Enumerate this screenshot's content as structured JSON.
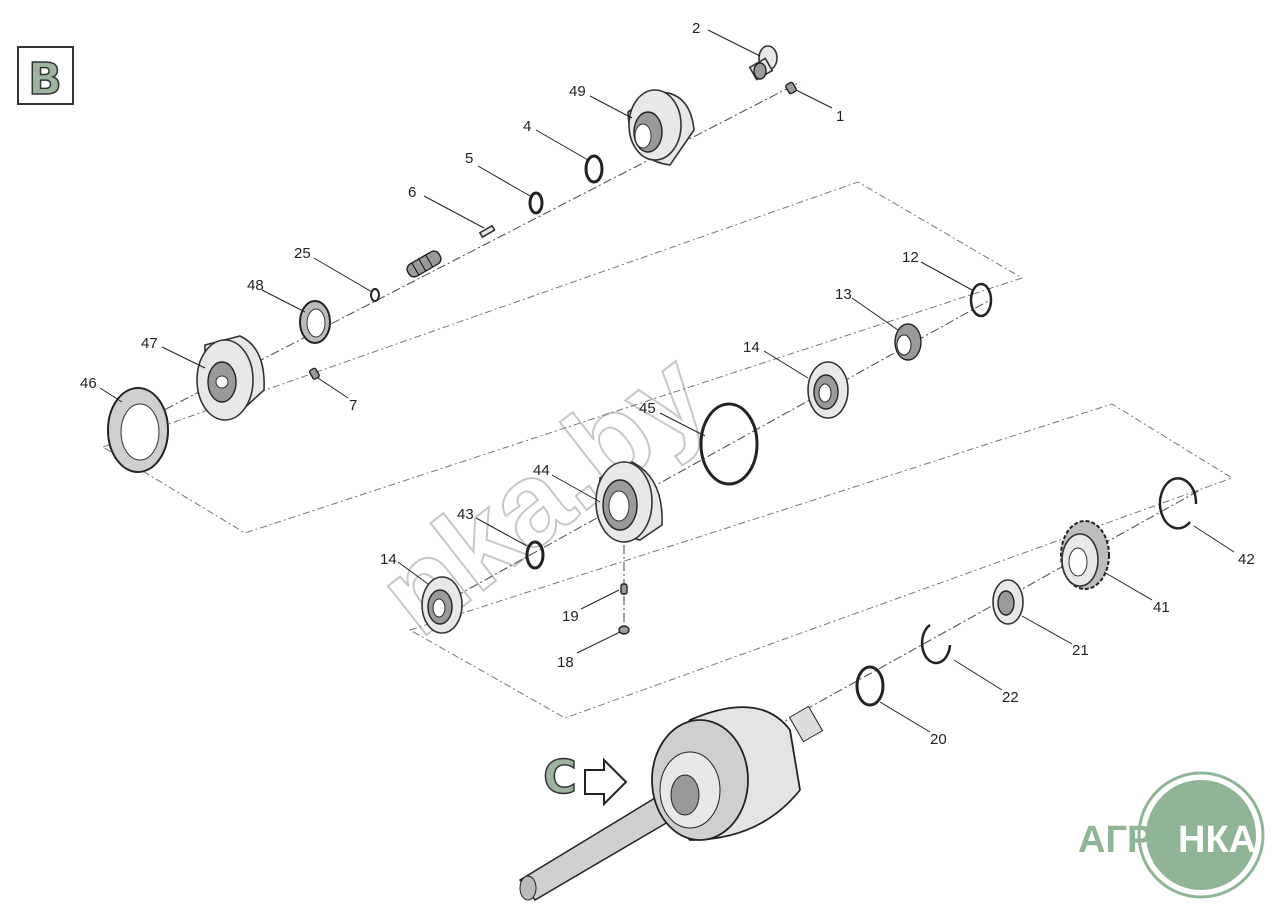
{
  "section_label": "B",
  "next_section_label": "C",
  "watermark": "nka.by",
  "logo": {
    "text_left": "АГРО",
    "text_right": "НКА",
    "color": "#8fb596"
  },
  "callouts": [
    {
      "id": "c1",
      "text": "1"
    },
    {
      "id": "c2",
      "text": "2"
    },
    {
      "id": "c4",
      "text": "4"
    },
    {
      "id": "c5",
      "text": "5"
    },
    {
      "id": "c6",
      "text": "6"
    },
    {
      "id": "c7",
      "text": "7"
    },
    {
      "id": "c12",
      "text": "12"
    },
    {
      "id": "c13",
      "text": "13"
    },
    {
      "id": "c14a",
      "text": "14"
    },
    {
      "id": "c14b",
      "text": "14"
    },
    {
      "id": "c18",
      "text": "18"
    },
    {
      "id": "c19",
      "text": "19"
    },
    {
      "id": "c20",
      "text": "20"
    },
    {
      "id": "c21",
      "text": "21"
    },
    {
      "id": "c22",
      "text": "22"
    },
    {
      "id": "c25",
      "text": "25"
    },
    {
      "id": "c41",
      "text": "41"
    },
    {
      "id": "c42",
      "text": "42"
    },
    {
      "id": "c43",
      "text": "43"
    },
    {
      "id": "c44",
      "text": "44"
    },
    {
      "id": "c45",
      "text": "45"
    },
    {
      "id": "c46",
      "text": "46"
    },
    {
      "id": "c47",
      "text": "47"
    },
    {
      "id": "c48",
      "text": "48"
    },
    {
      "id": "c49",
      "text": "49"
    }
  ]
}
